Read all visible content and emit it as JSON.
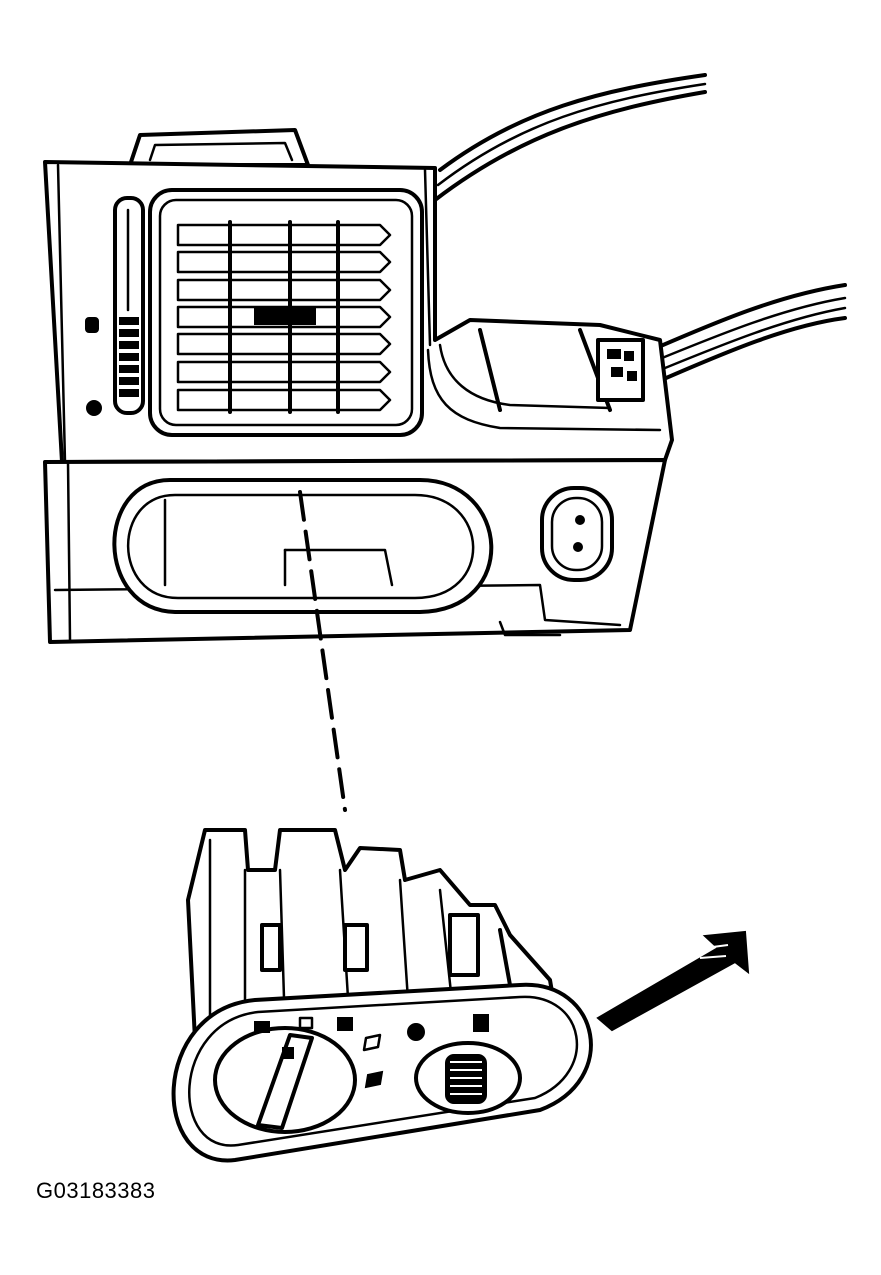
{
  "figure": {
    "caption": "G03183383"
  },
  "parts": [
    {
      "name": "instrument-panel-housing"
    },
    {
      "name": "a-c-vent-outlet"
    },
    {
      "name": "headlamp-switch-opening"
    },
    {
      "name": "headlamp-switch-assembly"
    },
    {
      "name": "alignment-line"
    },
    {
      "name": "direction-arrow"
    }
  ]
}
